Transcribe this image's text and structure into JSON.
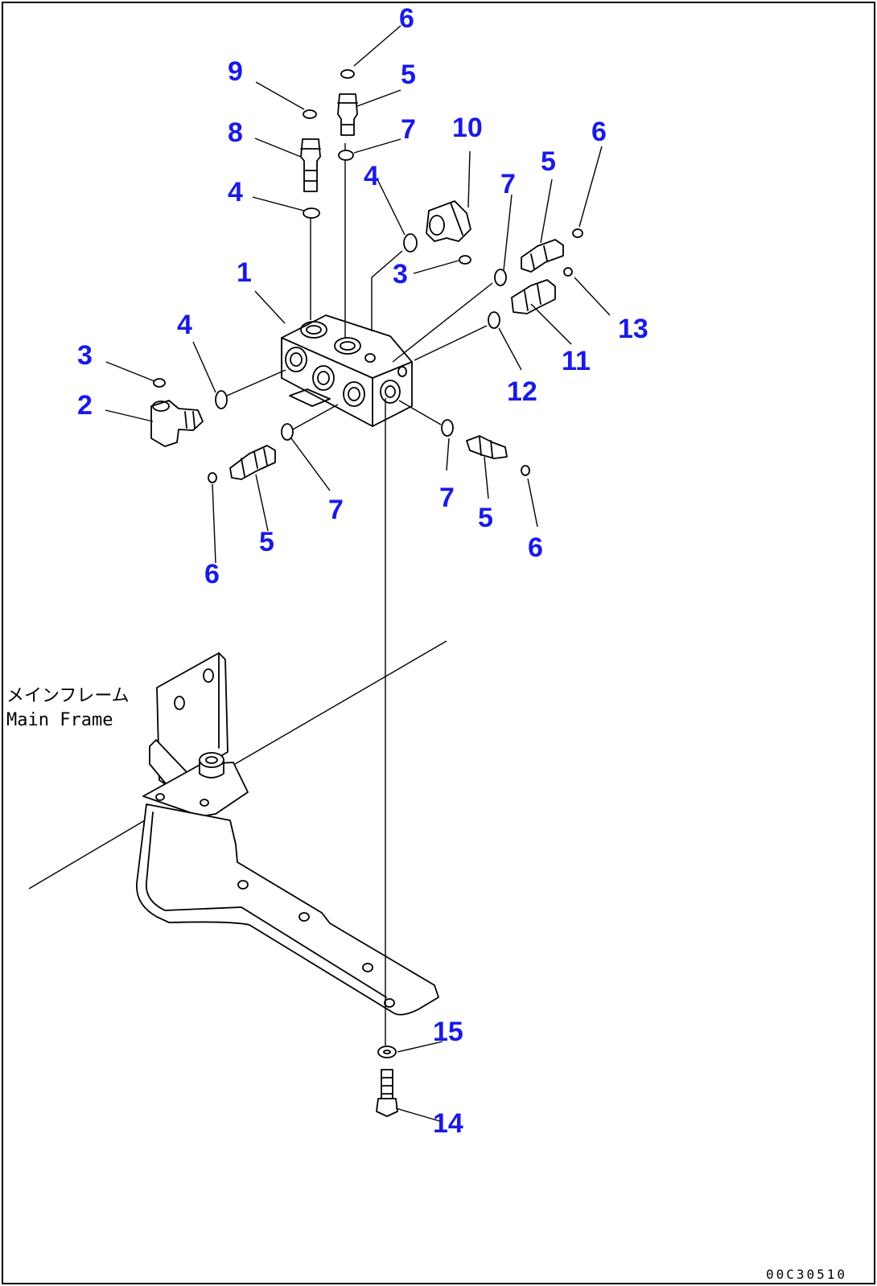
{
  "callouts": [
    {
      "label": "6"
    },
    {
      "label": "9"
    },
    {
      "label": "5"
    },
    {
      "label": "8"
    },
    {
      "label": "7"
    },
    {
      "label": "10"
    },
    {
      "label": "6"
    },
    {
      "label": "4"
    },
    {
      "label": "4"
    },
    {
      "label": "5"
    },
    {
      "label": "7"
    },
    {
      "label": "3"
    },
    {
      "label": "1"
    },
    {
      "label": "13"
    },
    {
      "label": "4"
    },
    {
      "label": "11"
    },
    {
      "label": "3"
    },
    {
      "label": "12"
    },
    {
      "label": "2"
    },
    {
      "label": "7"
    },
    {
      "label": "5"
    },
    {
      "label": "7"
    },
    {
      "label": "5"
    },
    {
      "label": "6"
    },
    {
      "label": "6"
    },
    {
      "label": "15"
    },
    {
      "label": "14"
    }
  ],
  "frame_note": {
    "jp": "メインフレーム",
    "en": "Main Frame"
  },
  "drawing_code": "00C30510"
}
